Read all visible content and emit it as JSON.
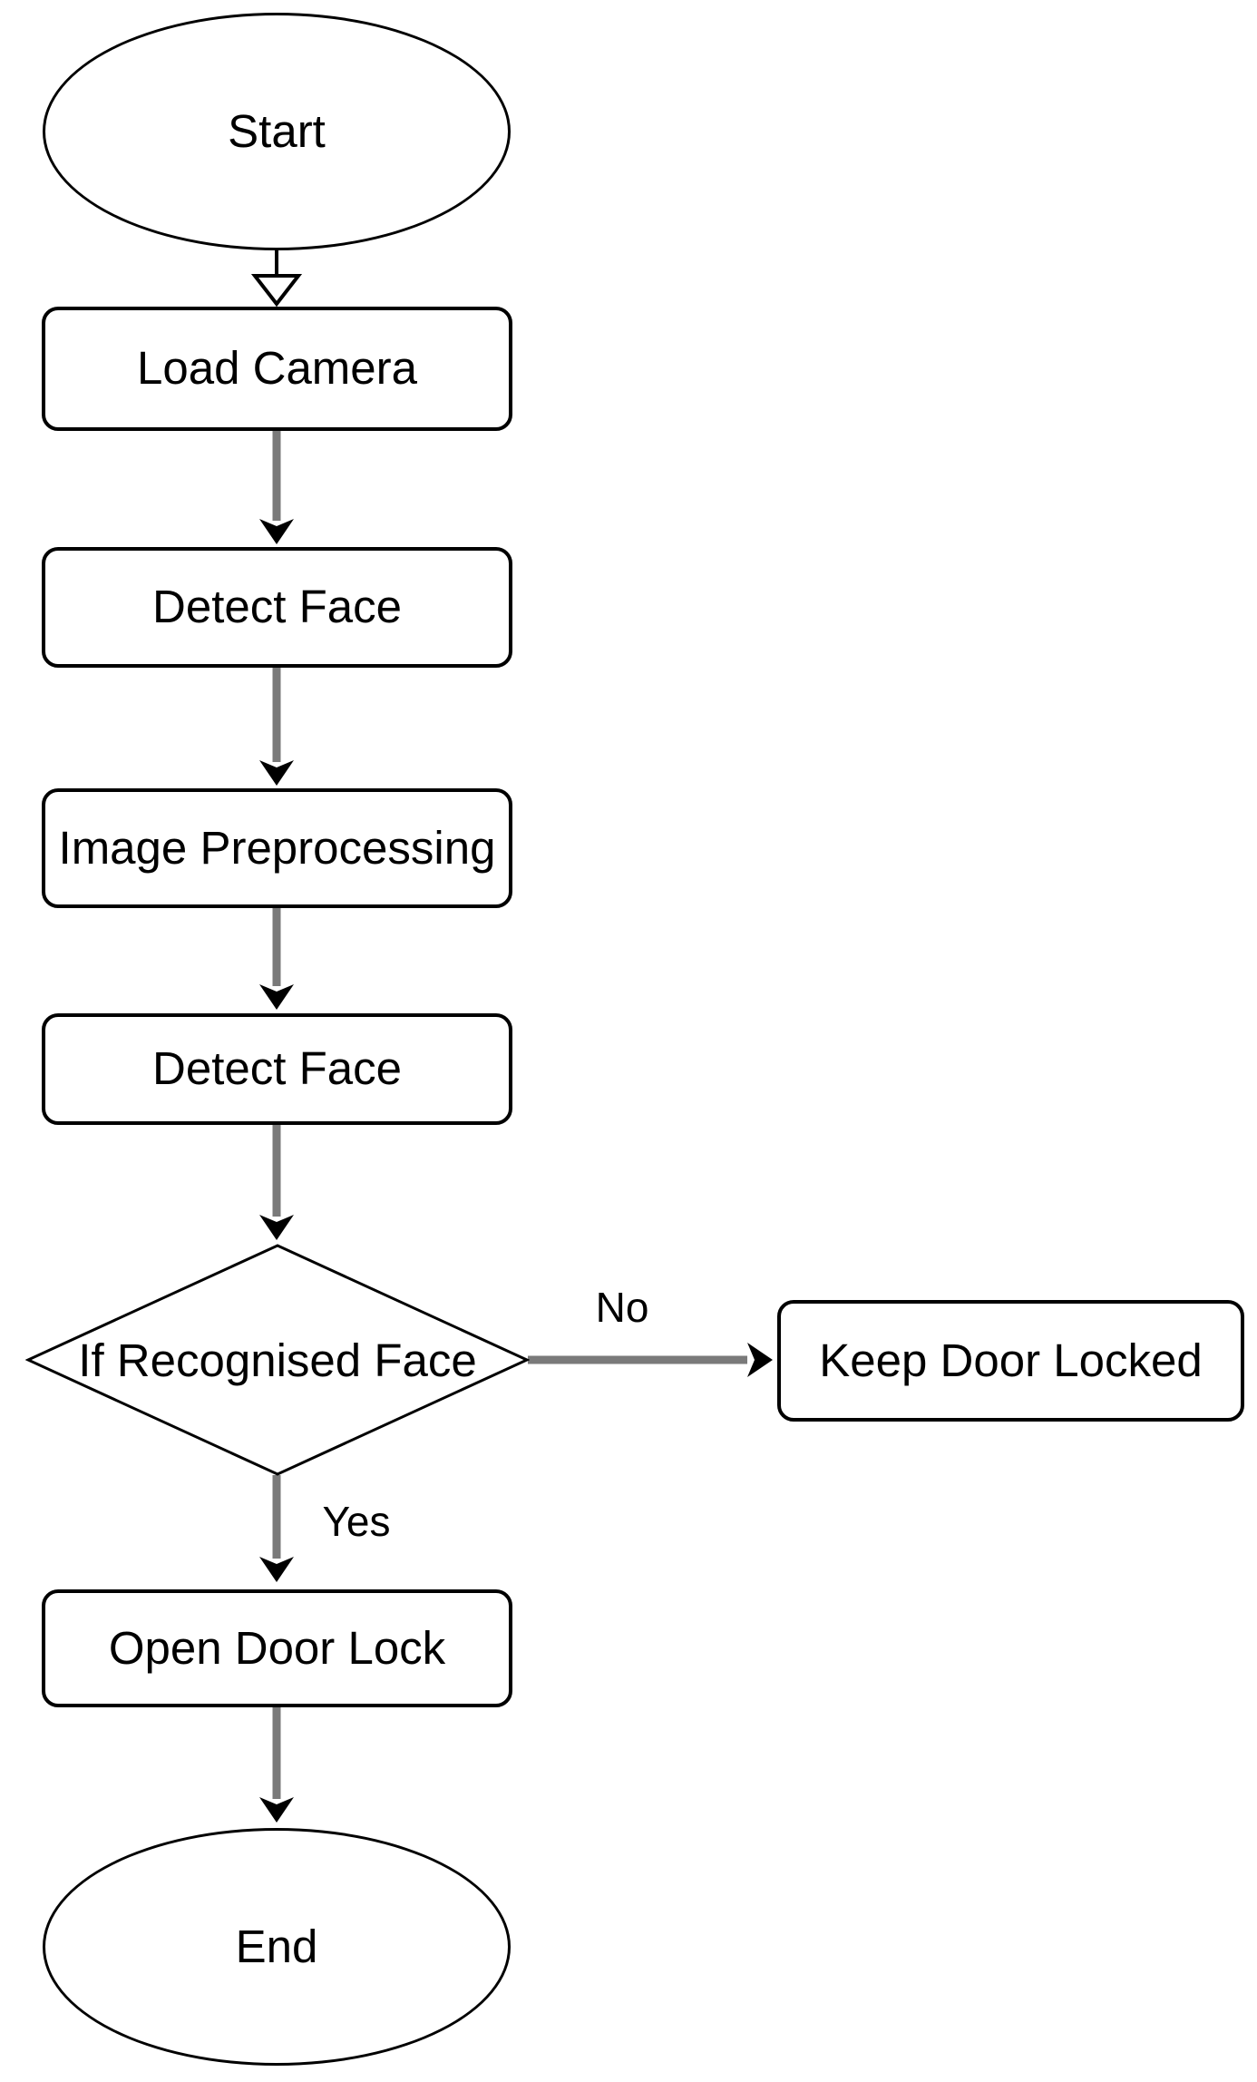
{
  "flowchart": {
    "type": "flowchart",
    "background_color": "#ffffff",
    "shape_fill": "#ffffff",
    "shape_border_color": "#000000",
    "connector_color": "#7a7a7a",
    "arrowhead_color": "#000000",
    "hollow_arrowhead_fill": "#ffffff",
    "text_color": "#000000",
    "nodes": [
      {
        "id": "start",
        "type": "terminal-ellipse",
        "label": "Start"
      },
      {
        "id": "load-camera",
        "type": "process",
        "label": "Load Camera"
      },
      {
        "id": "detect-face-1",
        "type": "process",
        "label": "Detect Face"
      },
      {
        "id": "image-preprocessing",
        "type": "process",
        "label": "Image Preprocessing"
      },
      {
        "id": "detect-face-2",
        "type": "process",
        "label": "Detect Face"
      },
      {
        "id": "if-recognised-face",
        "type": "decision-diamond",
        "label": "If Recognised Face"
      },
      {
        "id": "keep-door-locked",
        "type": "process",
        "label": "Keep Door Locked"
      },
      {
        "id": "open-door-lock",
        "type": "process",
        "label": "Open Door Lock"
      },
      {
        "id": "end",
        "type": "terminal-ellipse",
        "label": "End"
      }
    ],
    "edge_labels": {
      "no": "No",
      "yes": "Yes"
    },
    "edges": [
      {
        "from": "start",
        "to": "load-camera",
        "label": ""
      },
      {
        "from": "load-camera",
        "to": "detect-face-1",
        "label": ""
      },
      {
        "from": "detect-face-1",
        "to": "image-preprocessing",
        "label": ""
      },
      {
        "from": "image-preprocessing",
        "to": "detect-face-2",
        "label": ""
      },
      {
        "from": "detect-face-2",
        "to": "if-recognised-face",
        "label": ""
      },
      {
        "from": "if-recognised-face",
        "to": "keep-door-locked",
        "label": "No"
      },
      {
        "from": "if-recognised-face",
        "to": "open-door-lock",
        "label": "Yes"
      },
      {
        "from": "open-door-lock",
        "to": "end",
        "label": ""
      }
    ]
  }
}
